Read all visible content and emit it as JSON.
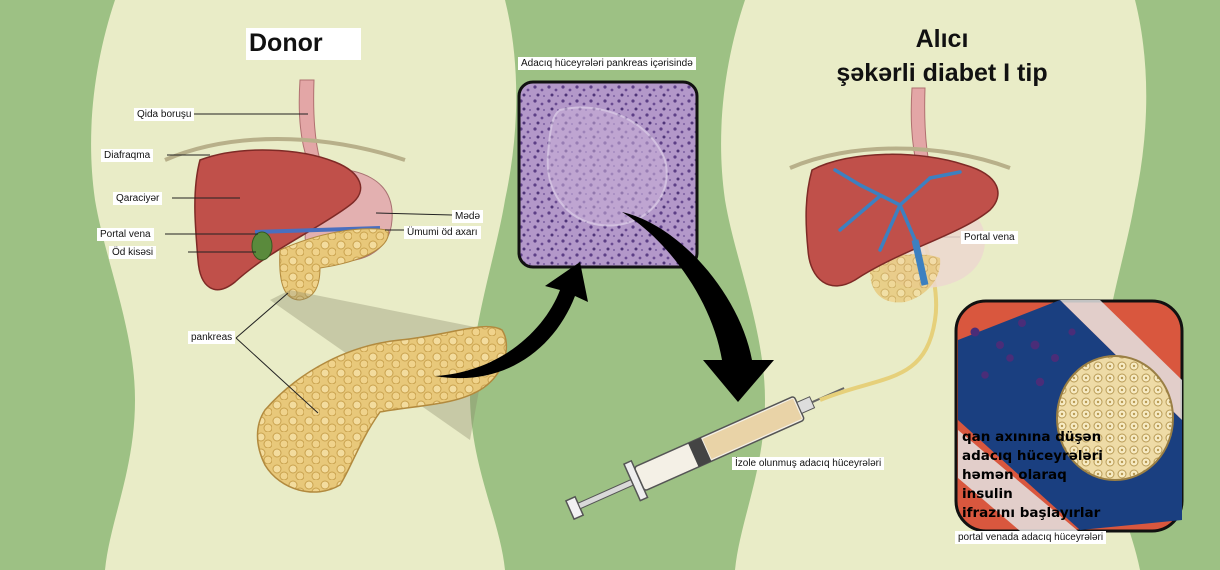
{
  "titles": {
    "donor": "Donor",
    "recipient_line1": "Alıcı",
    "recipient_line2": "şəkərli diabet I tip"
  },
  "labels": {
    "esophagus": "Qida boruşu",
    "diaphragm": "Diafraqma",
    "liver": "Qaraciyər",
    "portal_vein_left": "Portal vena",
    "gallbladder": "Öd kisəsi",
    "pancreas": "pankreas",
    "stomach": "Mədə",
    "bile_duct": "Ümumi öd axarı",
    "islets_in_pancreas": "Adacıq hüceyrələri pankreas içərisində",
    "isolated_islets": "İzole olunmuş adacıq hüceyrələri",
    "portal_vein_right": "Portal vena",
    "islets_in_portal_vein": "portal venada adacıq hüceyrələri"
  },
  "callout": {
    "line1": "qan axınına düşən",
    "line2": "adacıq hüceyrələri",
    "line3": "həmən olaraq insulin",
    "line4": "ifrazını başlayırlar"
  },
  "colors": {
    "background": "#9dc184",
    "body_silhouette": "#e9ecc7",
    "liver": "#c0504a",
    "pancreas": "#e8c87a",
    "stomach": "#e3b0b0",
    "vessel_blue": "#3d80c0",
    "vessel_red": "#d9503e",
    "arrow": "#000000"
  }
}
